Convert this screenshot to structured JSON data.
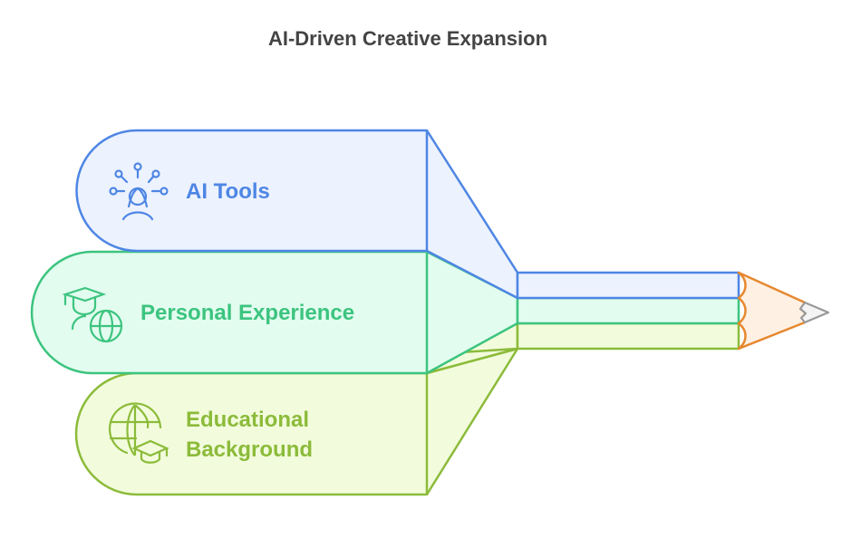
{
  "title": "AI-Driven Creative Expansion",
  "layers": [
    {
      "label": "AI Tools",
      "icon": "ai-person-network-icon",
      "stroke": "#4e86e4",
      "fill": "#ecf2fe"
    },
    {
      "label": "Personal Experience",
      "icon": "graduate-globe-icon",
      "stroke": "#3cc47f",
      "fill": "#e2fcef"
    },
    {
      "label_line1": "Educational",
      "label_line2": "Background",
      "icon": "globe-graduation-cap-icon",
      "stroke": "#8cbb3a",
      "fill": "#f2fcdc"
    }
  ],
  "pencil": {
    "tip_stroke": "#e6882f",
    "tip_fill": "#fef0e3",
    "lead_stroke": "#999999",
    "lead_fill": "#f4f4f4"
  }
}
